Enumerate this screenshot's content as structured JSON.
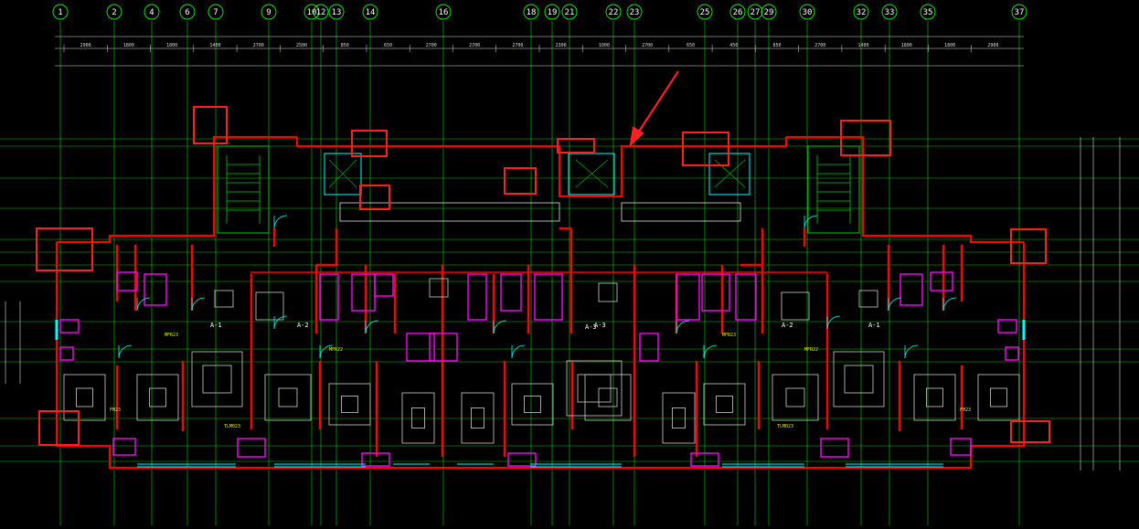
{
  "axis_labels": [
    "1",
    "2",
    "4",
    "6",
    "7",
    "9",
    "10",
    "12",
    "13",
    "14",
    "16",
    "18",
    "19",
    "21",
    "22",
    "23",
    "25",
    "26",
    "27",
    "29",
    "30",
    "32",
    "33",
    "35",
    "37"
  ],
  "unit_labels": [
    "A-1",
    "A-2",
    "A-3",
    "A-3",
    "A-2",
    "A-1"
  ],
  "room_codes": [
    "MFR23",
    "MFR22",
    "TLM023",
    "FM23",
    "MFR23",
    "MFR22",
    "TLM023",
    "FM23"
  ],
  "dimensions_top": [
    "2900",
    "1800",
    "1800",
    "1400",
    "2700",
    "2500",
    "850",
    "650",
    "2700",
    "2700",
    "2700",
    "2300",
    "1000",
    "2700",
    "650",
    "450",
    "850",
    "2700",
    "1400",
    "1800",
    "1800",
    "2900"
  ],
  "colors": {
    "background": "#000000",
    "axis_line": "#00ff00",
    "wall": "#ff0000",
    "markup": "#ff2020",
    "fixtures": "#ff00ff",
    "window": "#00ffff",
    "hatching": "#00cc00",
    "text": "#ffffff",
    "dimension": "#dddddd"
  }
}
